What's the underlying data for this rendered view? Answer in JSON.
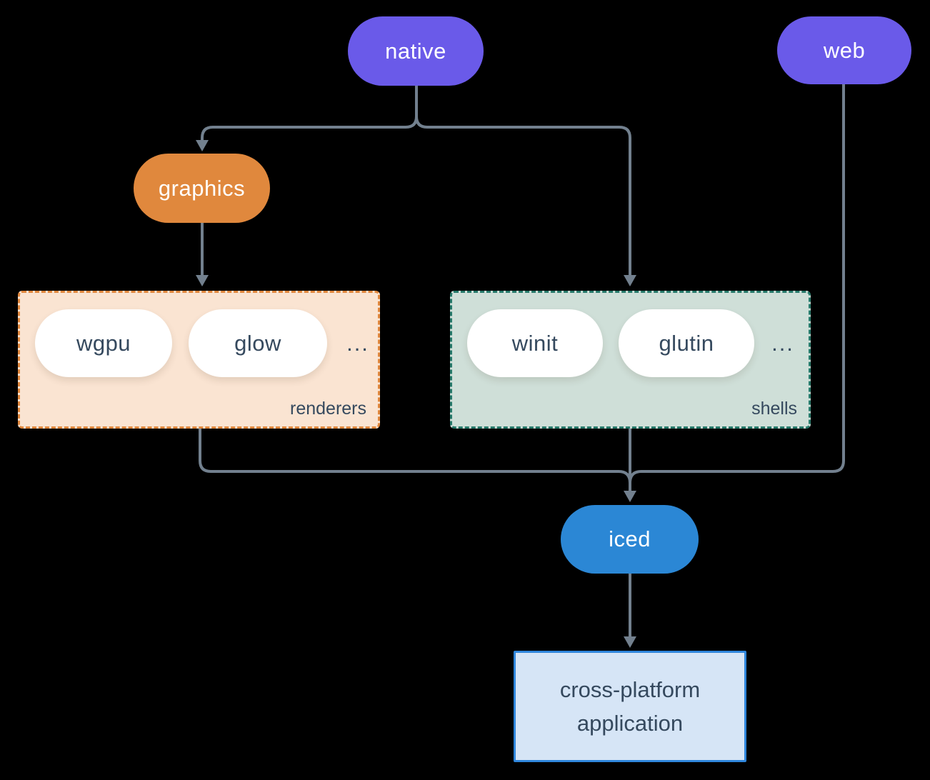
{
  "colors": {
    "background": "#000000",
    "connector": "#72808E",
    "native_web_fill": "#6A5AE9",
    "graphics_fill": "#E0883D",
    "iced_fill": "#2B87D5",
    "renderers_fill": "#FAE4D2",
    "renderers_border": "#E0873D",
    "shells_fill": "#CFDFD8",
    "shells_border": "#26796A",
    "application_fill": "#D6E5F6",
    "application_border": "#2F86DC",
    "dark_text": "#35495E",
    "light_text": "#FFFFFF"
  },
  "nodes": {
    "native": {
      "label": "native"
    },
    "web": {
      "label": "web"
    },
    "graphics": {
      "label": "graphics"
    },
    "iced": {
      "label": "iced"
    },
    "application": {
      "label": "cross-platform application"
    }
  },
  "groups": {
    "renderers": {
      "label": "renderers",
      "ellipsis": "...",
      "items": [
        "wgpu",
        "glow"
      ]
    },
    "shells": {
      "label": "shells",
      "ellipsis": "...",
      "items": [
        "winit",
        "glutin"
      ]
    }
  }
}
